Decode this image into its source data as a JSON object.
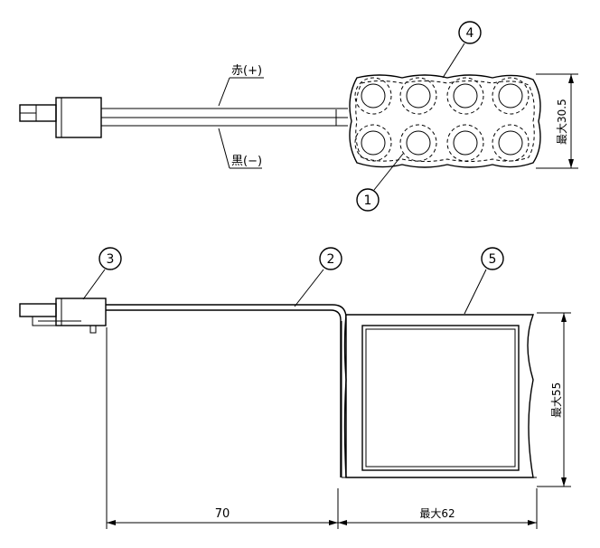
{
  "top_view": {
    "wire_positive_label": "赤(+)",
    "wire_negative_label": "黒(−)",
    "height_dimension_label": "最大30.5"
  },
  "bottom_view": {
    "length_dimension_label": "70",
    "width_dimension_label": "最大62",
    "height_dimension_label": "最大55"
  },
  "callouts": [
    "1",
    "2",
    "3",
    "4",
    "5"
  ]
}
